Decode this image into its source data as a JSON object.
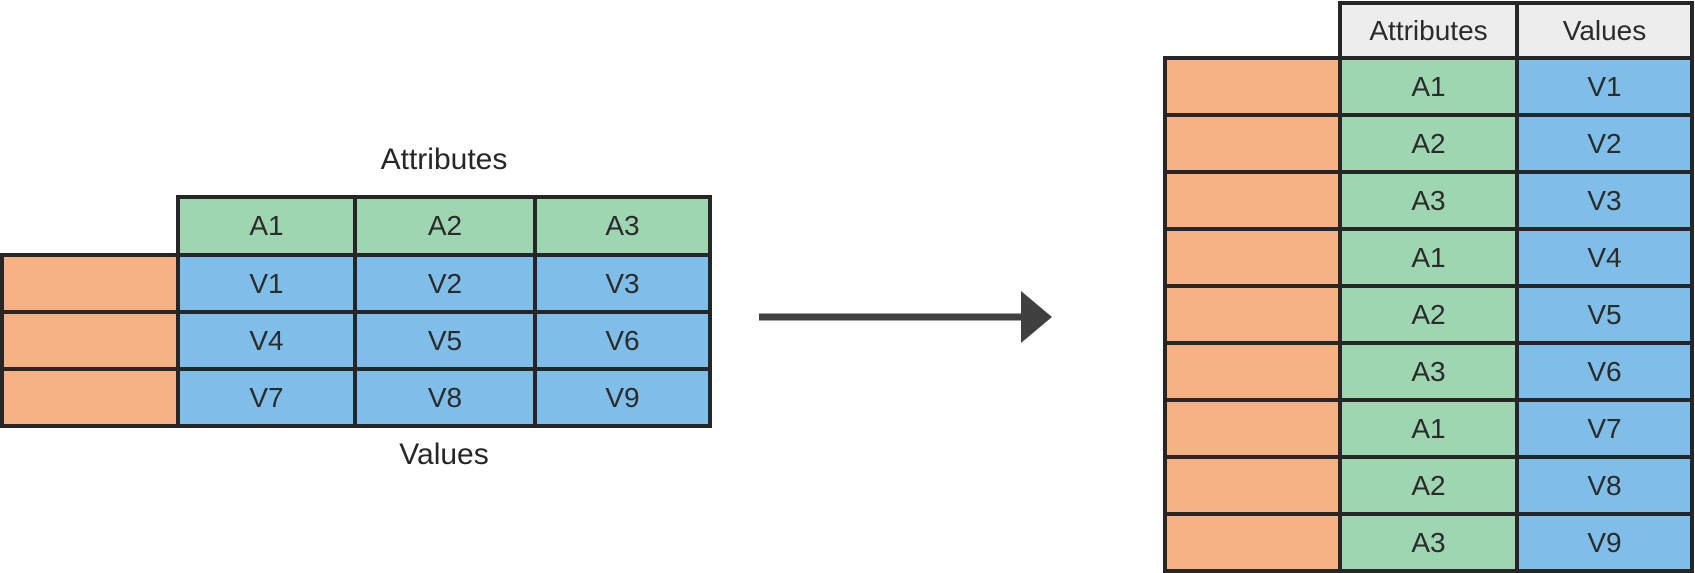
{
  "colors": {
    "orange": "#f5b183",
    "green": "#9ed6b2",
    "blue": "#7fbee9",
    "header_gray": "#ededed",
    "border": "#262626",
    "arrow": "#404040"
  },
  "source_table": {
    "top_label": "Attributes",
    "bottom_label": "Values",
    "attribute_headers": [
      "A1",
      "A2",
      "A3"
    ],
    "value_rows": [
      [
        "V1",
        "V2",
        "V3"
      ],
      [
        "V4",
        "V5",
        "V6"
      ],
      [
        "V7",
        "V8",
        "V9"
      ]
    ],
    "key_column_rows": 3
  },
  "arrow": {
    "icon": "right-arrow"
  },
  "result_table": {
    "column_headers": [
      "Attributes",
      "Values"
    ],
    "rows": [
      [
        "A1",
        "V1"
      ],
      [
        "A2",
        "V2"
      ],
      [
        "A3",
        "V3"
      ],
      [
        "A1",
        "V4"
      ],
      [
        "A2",
        "V5"
      ],
      [
        "A3",
        "V6"
      ],
      [
        "A1",
        "V7"
      ],
      [
        "A2",
        "V8"
      ],
      [
        "A3",
        "V9"
      ]
    ],
    "key_column_rows": 9
  }
}
